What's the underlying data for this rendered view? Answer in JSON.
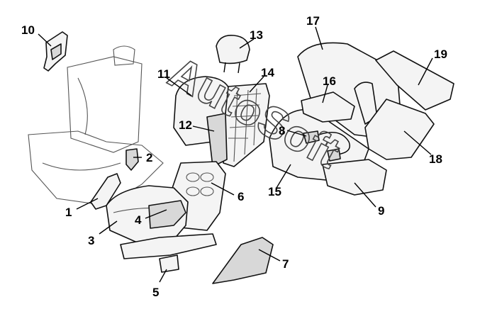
{
  "diagram": {
    "watermark": "AutoSoft",
    "callouts": [
      "1",
      "2",
      "3",
      "4",
      "5",
      "6",
      "7",
      "8",
      "9",
      "10",
      "11",
      "12",
      "13",
      "14",
      "15",
      "16",
      "17",
      "18",
      "19"
    ]
  }
}
